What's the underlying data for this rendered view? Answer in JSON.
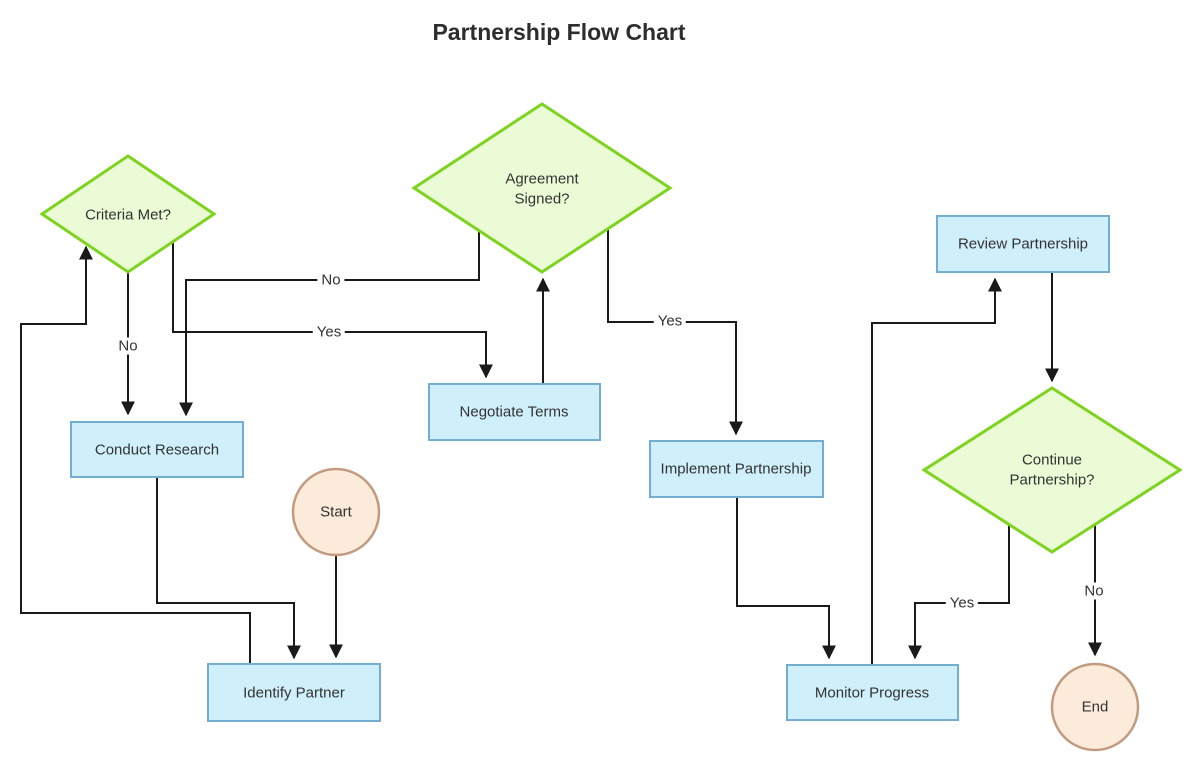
{
  "title": "Partnership Flow Chart",
  "nodes": {
    "start": {
      "label": "Start",
      "type": "terminal"
    },
    "end": {
      "label": "End",
      "type": "terminal"
    },
    "criteria_met": {
      "label": "Criteria Met?",
      "type": "decision"
    },
    "agreement_signed": {
      "label": "Agreement Signed?",
      "type": "decision"
    },
    "continue_partnership": {
      "label": "Continue Partnership?",
      "type": "decision"
    },
    "conduct_research": {
      "label": "Conduct Research",
      "type": "process"
    },
    "negotiate_terms": {
      "label": "Negotiate Terms",
      "type": "process"
    },
    "implement_partnership": {
      "label": "Implement Partnership",
      "type": "process"
    },
    "identify_partner": {
      "label": "Identify Partner",
      "type": "process"
    },
    "monitor_progress": {
      "label": "Monitor Progress",
      "type": "process"
    },
    "review_partnership": {
      "label": "Review Partnership",
      "type": "process"
    }
  },
  "edge_labels": {
    "criteria_no": "No",
    "criteria_yes": "Yes",
    "agreement_no": "No",
    "agreement_yes": "Yes",
    "continue_yes": "Yes",
    "continue_no": "No"
  },
  "colors": {
    "decision_fill": "#eafbd5",
    "decision_stroke": "#7ed321",
    "process_fill": "#cff0fb",
    "process_stroke": "#73aed0",
    "terminal_fill": "#fcebdb",
    "terminal_stroke": "#c09b7f",
    "edge": "#1a1a1a",
    "text": "#333333"
  }
}
